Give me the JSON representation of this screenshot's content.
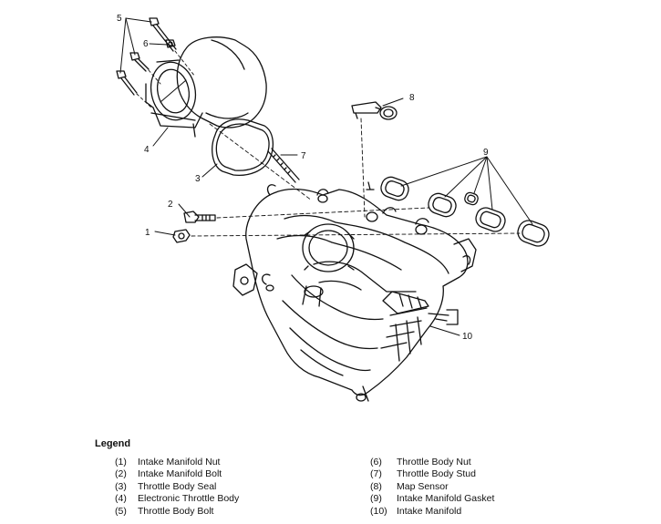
{
  "callouts": {
    "c1": "1",
    "c2": "2",
    "c3": "3",
    "c4": "4",
    "c5": "5",
    "c6": "6",
    "c7": "7",
    "c8": "8",
    "c9": "9",
    "c10": "10"
  },
  "legend": {
    "title": "Legend",
    "left": [
      {
        "num": "(1)",
        "label": "Intake Manifold Nut"
      },
      {
        "num": "(2)",
        "label": "Intake Manifold Bolt"
      },
      {
        "num": "(3)",
        "label": "Throttle Body Seal"
      },
      {
        "num": "(4)",
        "label": "Electronic Throttle Body"
      },
      {
        "num": "(5)",
        "label": "Throttle Body Bolt"
      }
    ],
    "right": [
      {
        "num": "(6)",
        "label": "Throttle Body Nut"
      },
      {
        "num": "(7)",
        "label": "Throttle Body Stud"
      },
      {
        "num": "(8)",
        "label": "Map Sensor"
      },
      {
        "num": "(9)",
        "label": "Intake Manifold Gasket"
      },
      {
        "num": "(10)",
        "label": "Intake Manifold"
      }
    ]
  }
}
